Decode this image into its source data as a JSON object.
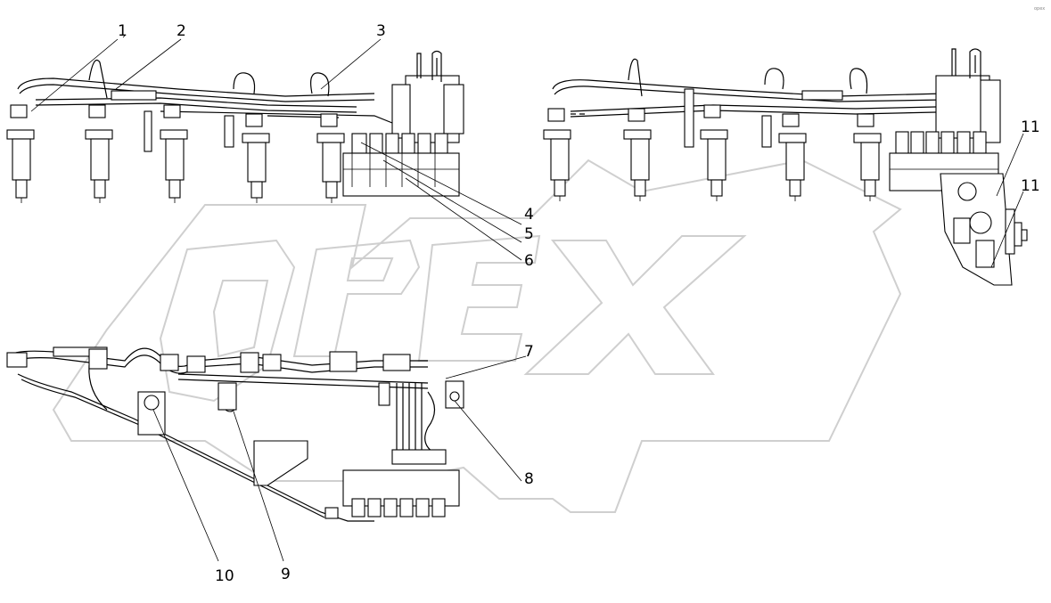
{
  "watermark": {
    "text": "OPEX",
    "color": "#cfcfcf"
  },
  "corner_mark": "opex",
  "callouts": [
    {
      "id": "1",
      "label": "1"
    },
    {
      "id": "2",
      "label": "2"
    },
    {
      "id": "3",
      "label": "3"
    },
    {
      "id": "4",
      "label": "4"
    },
    {
      "id": "5",
      "label": "5"
    },
    {
      "id": "6",
      "label": "6"
    },
    {
      "id": "7",
      "label": "7"
    },
    {
      "id": "8",
      "label": "8"
    },
    {
      "id": "9",
      "label": "9"
    },
    {
      "id": "10",
      "label": "10"
    },
    {
      "id": "11a",
      "label": "11"
    },
    {
      "id": "11b",
      "label": "11"
    }
  ]
}
